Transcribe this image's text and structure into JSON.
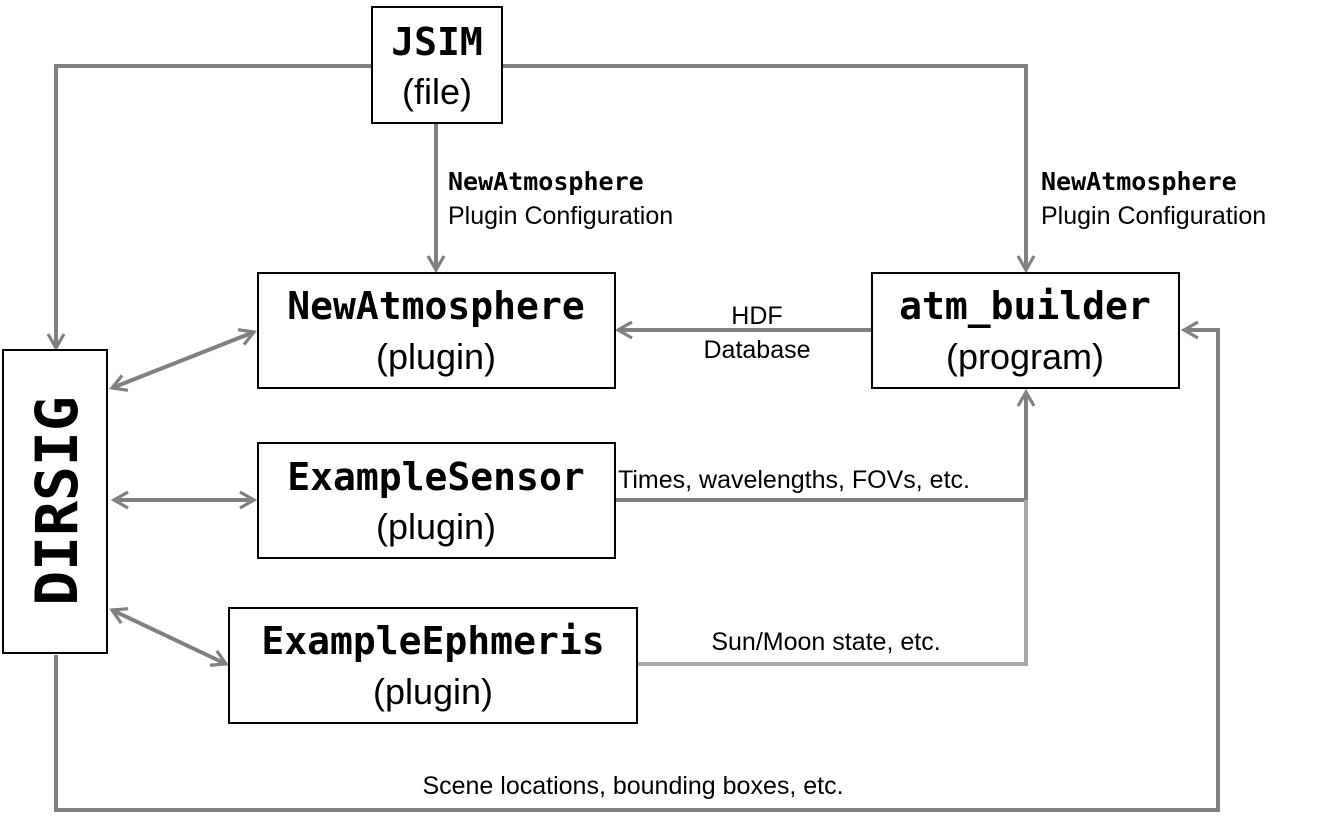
{
  "colors": {
    "arrow": "#808080",
    "arrow_light": "#a9a9a9",
    "box_border": "#000000",
    "text": "#000000"
  },
  "nodes": {
    "jsim": {
      "name": "JSIM",
      "type": "(file)"
    },
    "newatmosphere": {
      "name": "NewAtmosphere",
      "type": "(plugin)"
    },
    "atm_builder": {
      "name": "atm_builder",
      "type": "(program)"
    },
    "dirsig": {
      "name": "DIRSIG"
    },
    "examplesensor": {
      "name": "ExampleSensor",
      "type": "(plugin)"
    },
    "exampleephmeris": {
      "name": "ExampleEphmeris",
      "type": "(plugin)"
    }
  },
  "edge_labels": {
    "jsim_to_newatmosphere": {
      "name": "NewAtmosphere",
      "text": "Plugin Configuration"
    },
    "jsim_to_atm_builder": {
      "name": "NewAtmosphere",
      "text": "Plugin Configuration"
    },
    "hdf": {
      "line1": "HDF",
      "line2": "Database"
    },
    "sensor_to_atm": "Times, wavelengths, FOVs, etc.",
    "ephemeris_to_atm": "Sun/Moon state, etc.",
    "dirsig_to_atm": "Scene locations, bounding boxes, etc."
  }
}
